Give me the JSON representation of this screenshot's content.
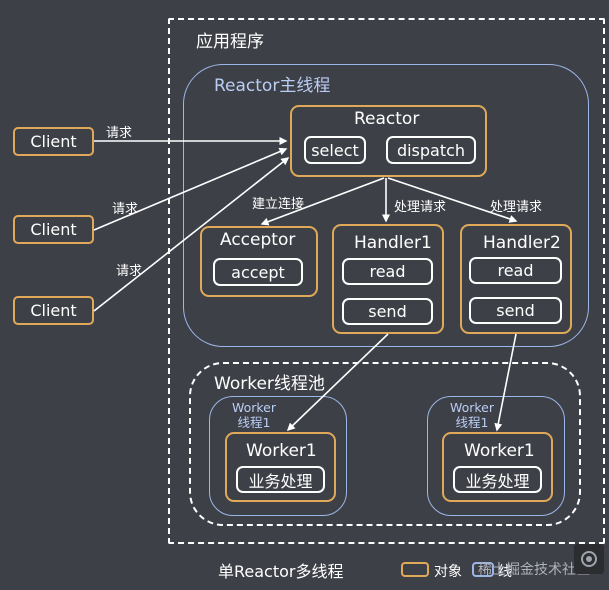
{
  "app": {
    "title": "应用程序"
  },
  "reactor_thread": {
    "title": "Reactor主线程",
    "reactor": {
      "title": "Reactor",
      "select": "select",
      "dispatch": "dispatch"
    },
    "acceptor": {
      "title": "Acceptor",
      "method": "accept"
    },
    "handler1": {
      "title": "Handler1",
      "read": "read",
      "send": "send"
    },
    "handler2": {
      "title": "Handler2",
      "read": "read",
      "send": "send"
    }
  },
  "clients": [
    {
      "label": "Client",
      "edge_label": "请求"
    },
    {
      "label": "Client",
      "edge_label": "请求"
    },
    {
      "label": "Client",
      "edge_label": "请求"
    }
  ],
  "edges": {
    "to_acceptor": "建立连接",
    "to_handler1": "处理请求",
    "to_handler2": "处理请求"
  },
  "worker_pool": {
    "title": "Worker线程池",
    "threads": [
      {
        "label_line1": "Worker",
        "label_line2": "线程1",
        "worker_title": "Worker1",
        "task": "业务处理"
      },
      {
        "label_line1": "Worker",
        "label_line2": "线程1",
        "worker_title": "Worker1",
        "task": "业务处理"
      }
    ]
  },
  "caption": "单Reactor多线程",
  "legend": {
    "object": "对象",
    "thread": "线"
  },
  "watermark": "稀土掘金技术社区",
  "colors": {
    "background": "#3e4047",
    "object_border": "#e0a95a",
    "thread_border": "#9bb6e8",
    "text": "#ffffff"
  }
}
